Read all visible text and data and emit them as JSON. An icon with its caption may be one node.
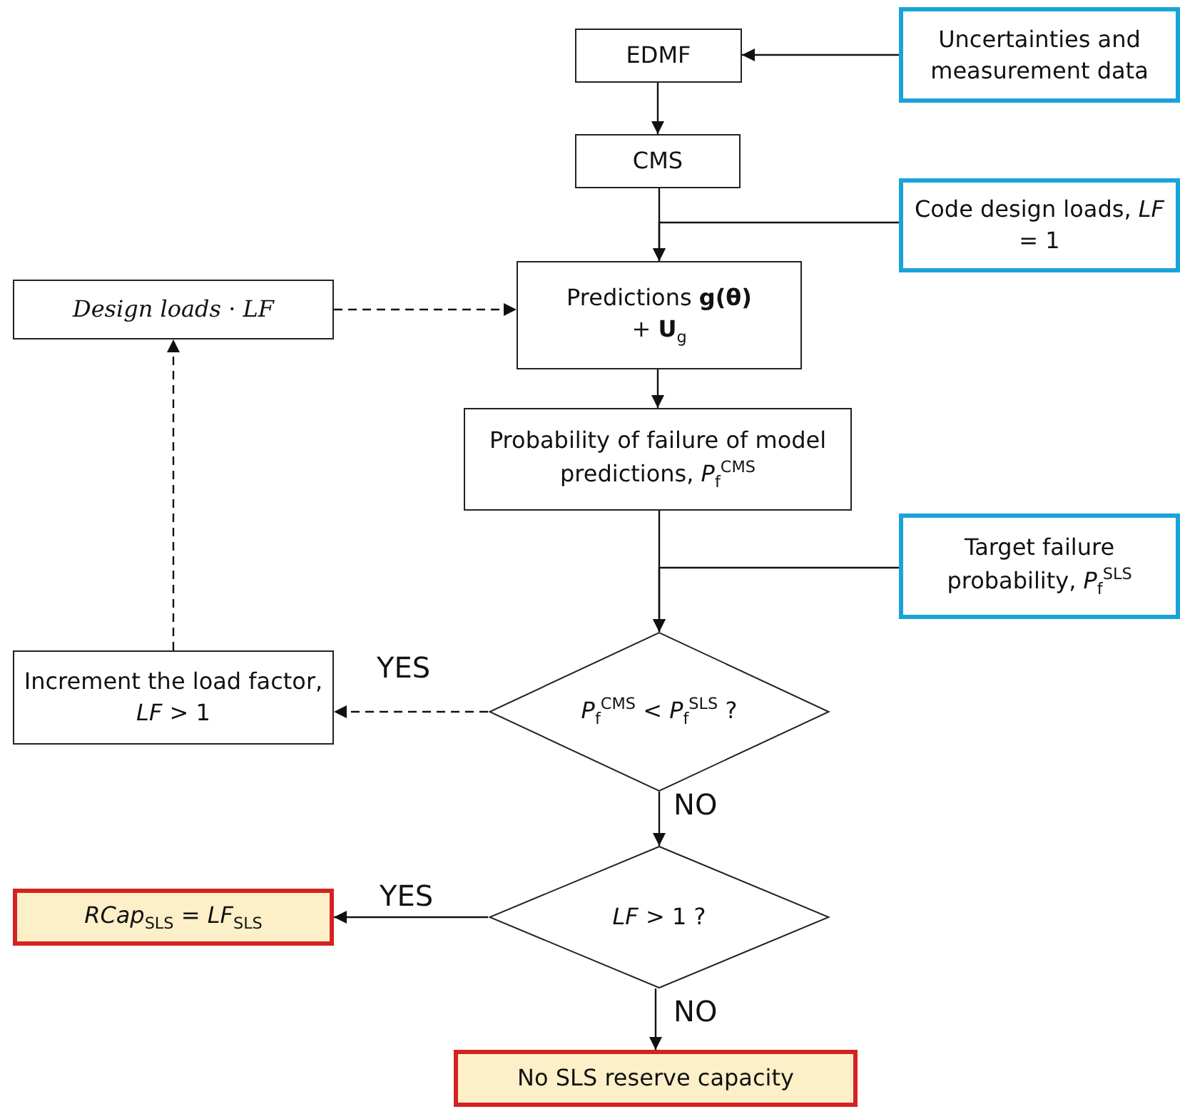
{
  "diagram": {
    "nodes": [
      {
        "text": [
          "EDMF"
        ]
      },
      {
        "text": [
          "Uncertainties and measurement data"
        ]
      },
      {
        "text": [
          "CMS"
        ]
      },
      {
        "text": [
          "Code design loads, *LF* = 1"
        ]
      },
      {
        "text": [
          "*Design loads* · *LF*"
        ]
      },
      {
        "text": [
          "Predictions **g(θ)**",
          "+ **U**$_{g}$"
        ]
      },
      {
        "text": [
          "Probability of failure of model predictions, *P*$_{f}$$^{CMS}$"
        ]
      },
      {
        "text": [
          "Target failure probability, *P*$_{f}$$^{SLS}$"
        ]
      },
      {
        "text": [
          "*P*$_{f}$$^{CMS}$ < *P*$_{f}$$^{SLS}$ ?"
        ]
      },
      {
        "text": [
          "Increment the load factor, *LF* > 1"
        ]
      },
      {
        "text": [
          "*RCap*$_{SLS}$ = *LF*$_{SLS}$"
        ]
      },
      {
        "text": [
          "*LF* > 1 ?"
        ]
      },
      {
        "text": [
          "No SLS reserve capacity"
        ]
      }
    ],
    "edges": [
      {
        "from": 1,
        "to": 0,
        "arrow": "to"
      },
      {
        "from": 0,
        "to": 2,
        "arrow": "to"
      },
      {
        "from": 2,
        "to": 5,
        "arrow": "to"
      },
      {
        "from": 3,
        "to": 5,
        "arrow": "to"
      },
      {
        "from": 4,
        "to": 5,
        "arrow": "to",
        "style": "dashed"
      },
      {
        "from": 5,
        "to": 6,
        "arrow": "to"
      },
      {
        "from": 6,
        "to": 8,
        "arrow": "to"
      },
      {
        "from": 7,
        "to": 8,
        "arrow": "to"
      },
      {
        "from": 8,
        "to": 9,
        "arrow": "to",
        "label": "YES",
        "style": "dashed"
      },
      {
        "from": 9,
        "to": 4,
        "arrow": "to",
        "style": "dashed"
      },
      {
        "from": 8,
        "to": 11,
        "arrow": "to",
        "label": "NO"
      },
      {
        "from": 11,
        "to": 10,
        "arrow": "to",
        "label": "YES"
      },
      {
        "from": 11,
        "to": 12,
        "arrow": "to",
        "label": "NO"
      }
    ]
  }
}
